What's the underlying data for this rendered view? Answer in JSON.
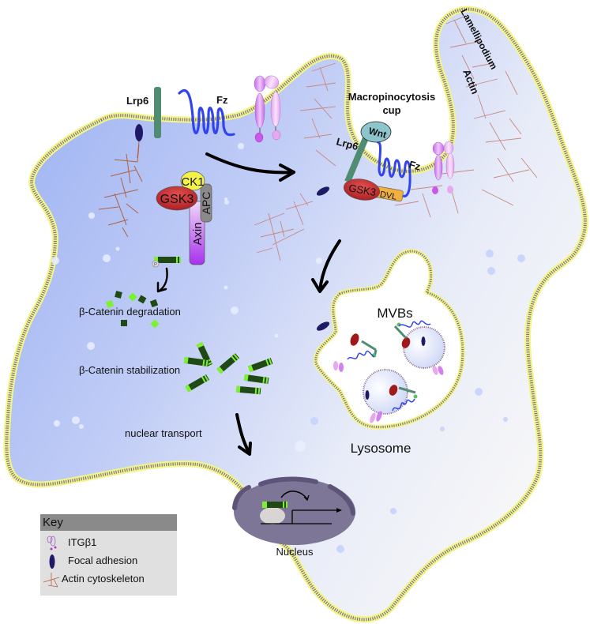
{
  "figure": {
    "labels": {
      "lamellipodium": "Lamellipodium",
      "actin": "Actin",
      "macropinocytosis_line1": "Macropinocytosis",
      "macropinocytosis_line2": "cup",
      "lrp6_left": "Lrp6",
      "fz_left": "Fz",
      "lrp6_right": "Lrp6",
      "fz_right": "Fz",
      "wnt": "Wnt",
      "ck1": "CK1",
      "gsk3_left": "GSK3",
      "apc": "APC",
      "axin": "Axin",
      "gsk3_right": "GSK3",
      "dvl": "DVL",
      "phospho": "P",
      "degradation": "β-Catenin degradation",
      "stabilization": "β-Catenin stabilization",
      "nuclear_transport": "nuclear transport",
      "mvbs": "MVBs",
      "lysosome": "Lysosome",
      "nucleus": "Nucleus"
    },
    "colors": {
      "cytoplasm": "#a7b8f4",
      "membrane_outer": "#eef78a",
      "membrane_inner": "#8a6a8a",
      "lrp6": "#4f8c72",
      "frizzled": "#3244f0",
      "gsk3": "#c0282c",
      "ck1": "#f4f24a",
      "apc": "#8a8a8a",
      "axin": "#b14af0",
      "wnt": "#8cc6cc",
      "dvl": "#f0b040",
      "beta_catenin_dark": "#1f4a14",
      "beta_catenin_light": "#7ef032",
      "focal_adhesion": "#1e1a66",
      "actin": "#b0603e",
      "integrin": "#d480f0",
      "nucleus": "#7d7697",
      "nuclear_envelope": "#5e5479"
    }
  },
  "key": {
    "title": "Key",
    "items": [
      {
        "icon": "integrin-icon",
        "label": "ITGβ1"
      },
      {
        "icon": "focal-adhesion-icon",
        "label": "Focal adhesion"
      },
      {
        "icon": "actin-icon",
        "label": "Actin cytoskeleton"
      }
    ]
  }
}
